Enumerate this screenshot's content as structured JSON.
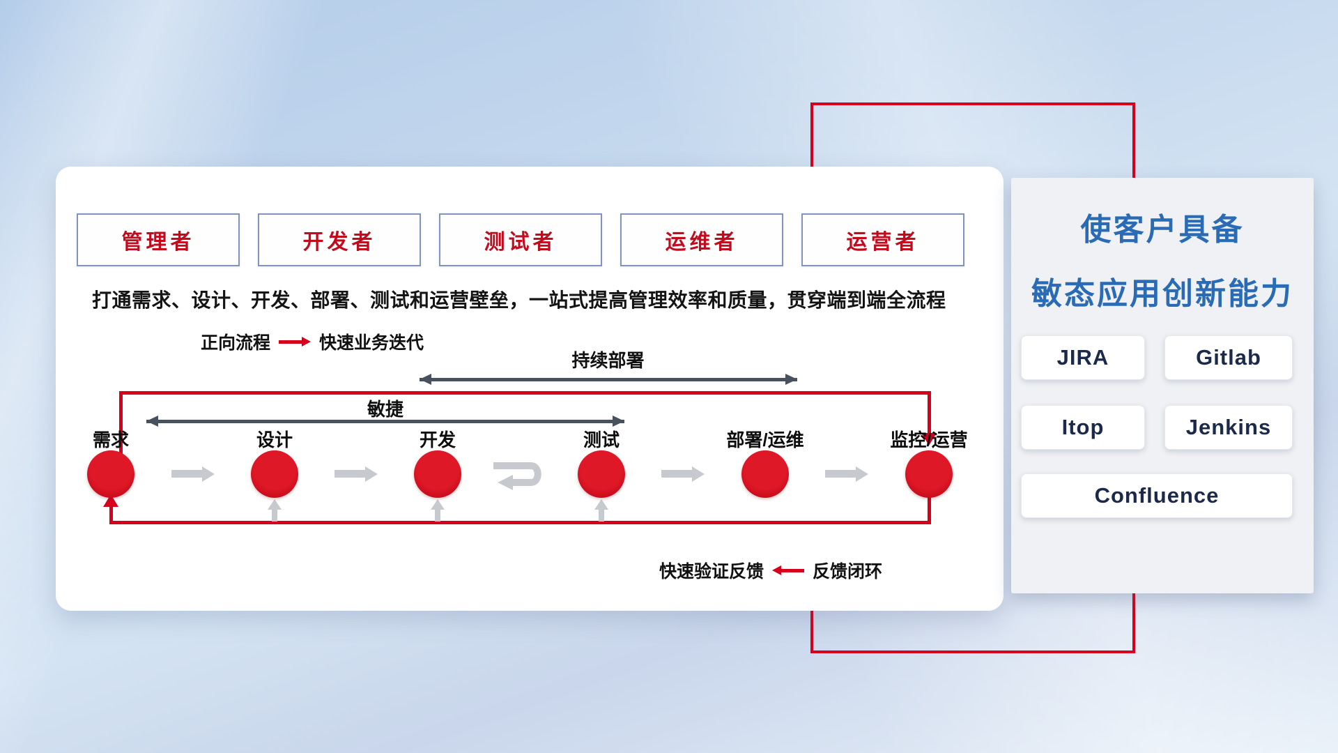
{
  "roles": [
    "管理者",
    "开发者",
    "测试者",
    "运维者",
    "运营者"
  ],
  "subtitle": "打通需求、设计、开发、部署、测试和运营壁垒，一站式提高管理效率和质量，贯穿端到端全流程",
  "forward_legend": {
    "label": "正向流程",
    "caption": "快速业务迭代"
  },
  "feedback_legend": {
    "caption": "快速验证反馈",
    "label": "反馈闭环"
  },
  "flow_arrows": {
    "continuous_deployment": "持续部署",
    "agile": "敏捷"
  },
  "stages": [
    "需求",
    "设计",
    "开发",
    "测试",
    "部署/运维",
    "监控/运营"
  ],
  "right_panel": {
    "title_line1": "使客户具备",
    "title_line2": "敏态应用创新能力",
    "tools": [
      "JIRA",
      "Gitlab",
      "Itop",
      "Jenkins",
      "Confluence"
    ]
  },
  "icons": {
    "forward-arrow-icon": "red right arrow",
    "feedback-arrow-icon": "red left arrow",
    "continuous-deployment-arrow-icon": "dark double-headed arrow",
    "agile-arrow-icon": "dark double-headed arrow",
    "flow-arrow-icon": "gray right arrow",
    "iteration-loop-icon": "gray u-turn loop arrow",
    "feedback-up-arrow-icon": "gray up arrow"
  },
  "colors": {
    "accent_red": "#d6001c",
    "title_blue": "#2a6bb5",
    "arrow_dark": "#47525e",
    "arrow_gray": "#c6cacf",
    "role_text_red": "#c30b1e",
    "role_border_blue": "#8094c2",
    "tool_text_navy": "#1b2a4a"
  }
}
